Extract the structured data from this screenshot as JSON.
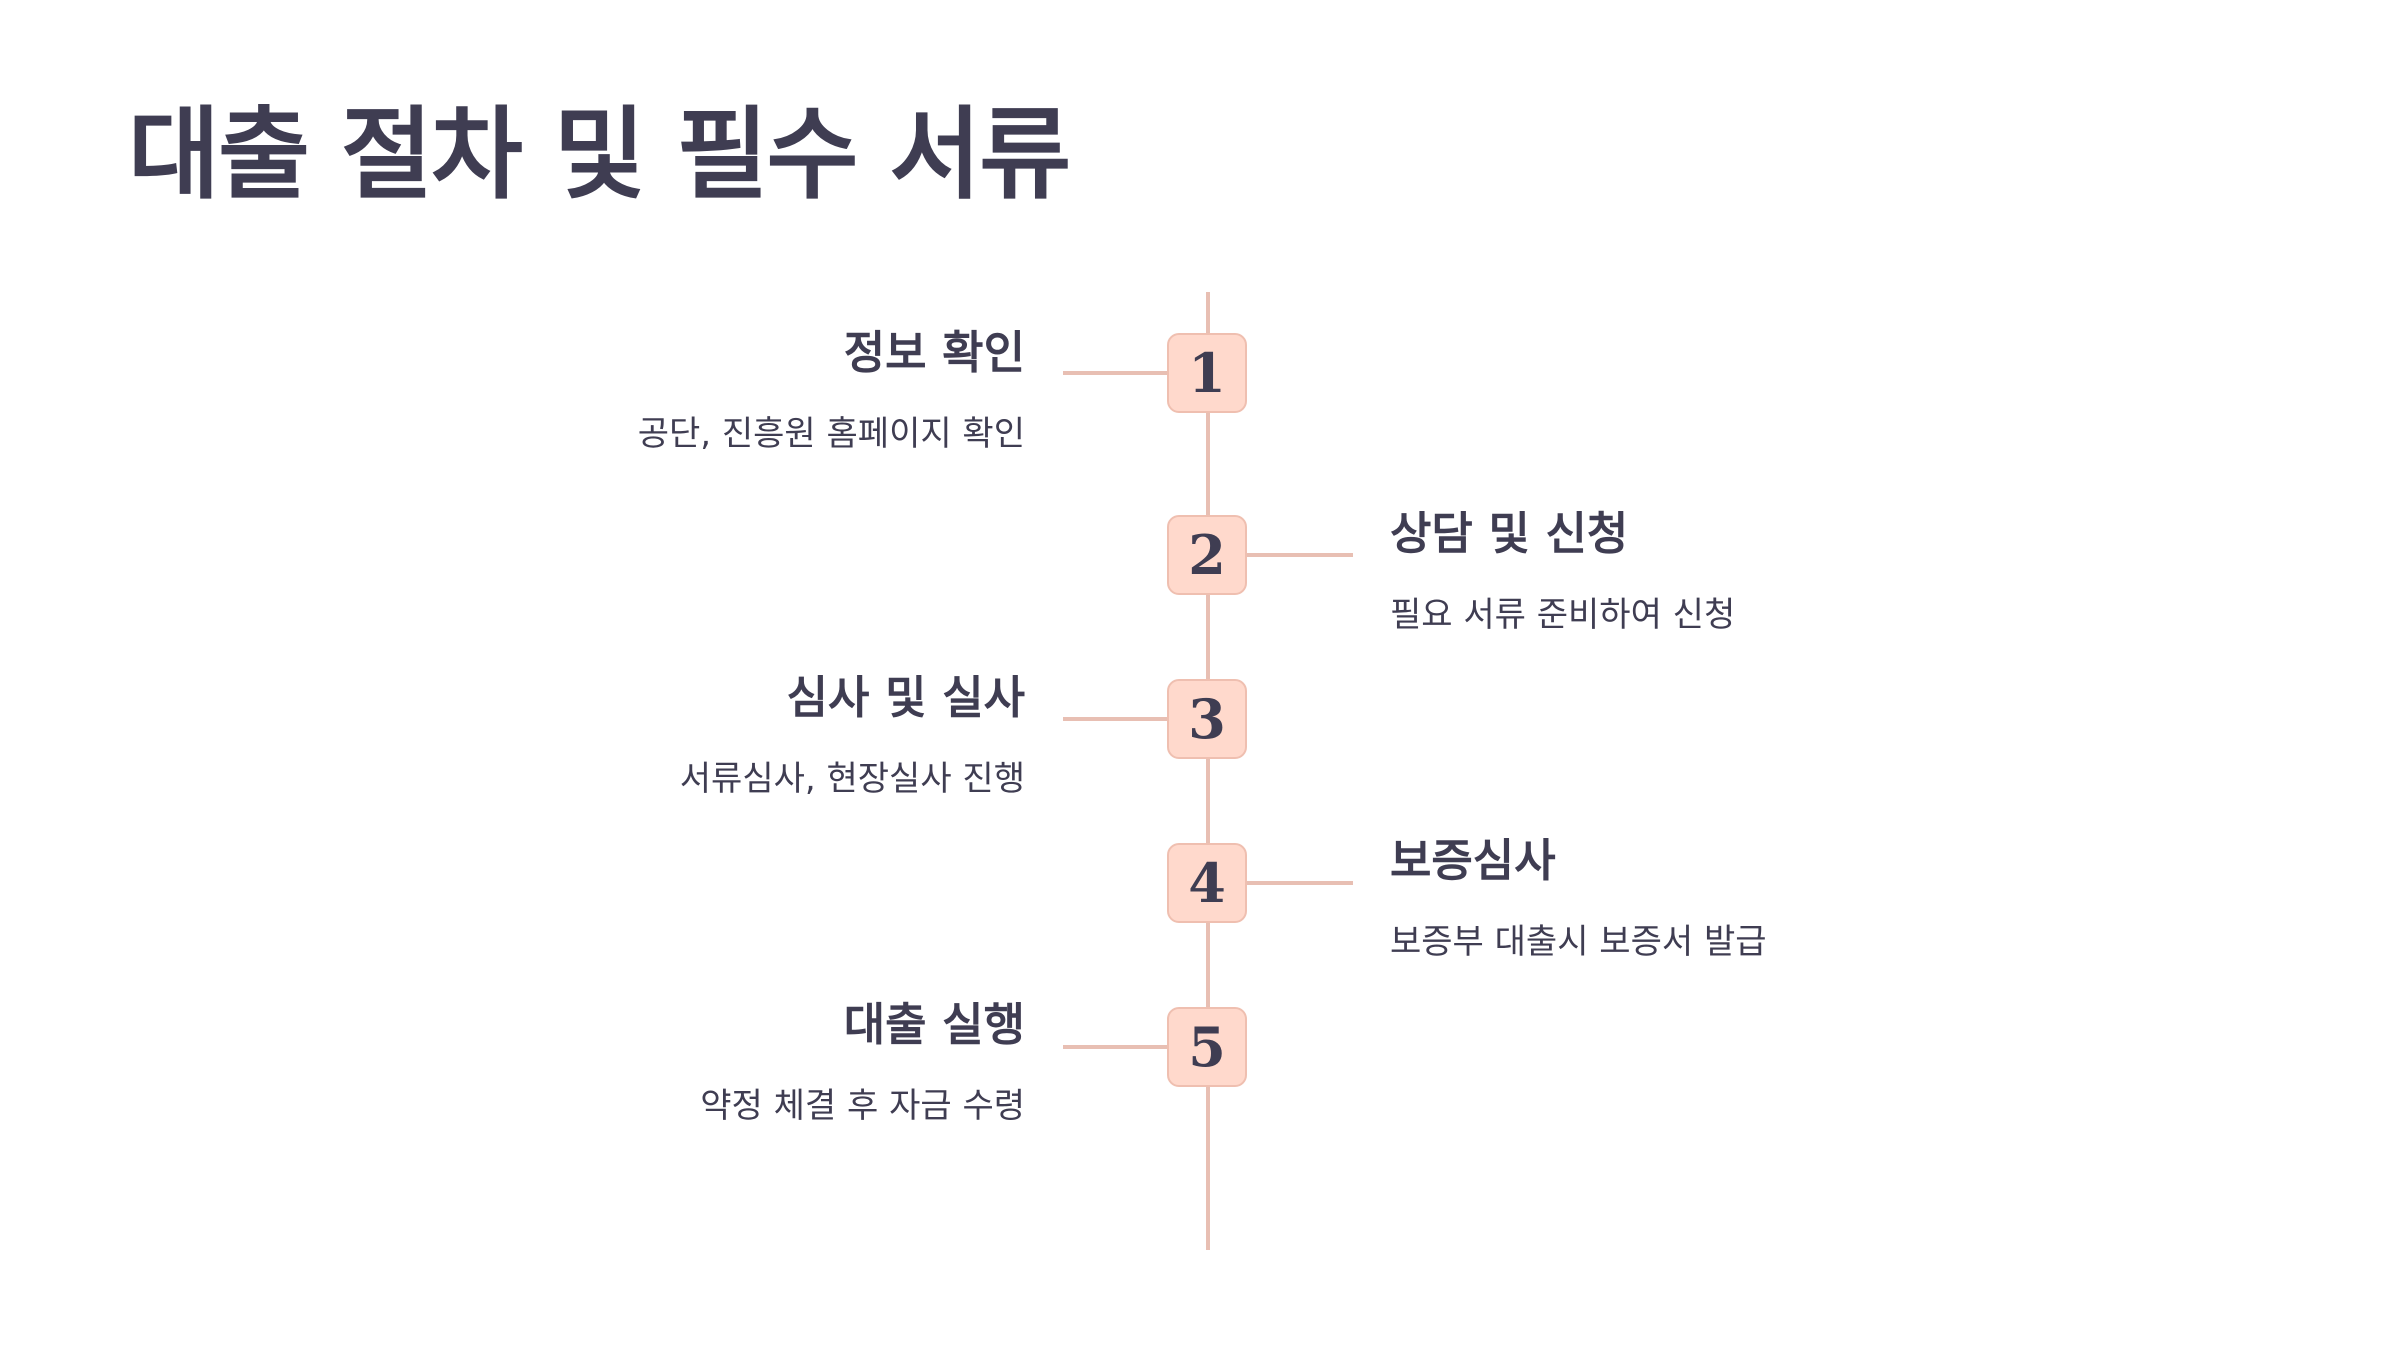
{
  "title": "대출 절차 및 필수 서류",
  "steps": [
    {
      "number": "1",
      "title": "정보 확인",
      "description": "공단, 진흥원 홈페이지 확인"
    },
    {
      "number": "2",
      "title": "상담 및 신청",
      "description": "필요 서류 준비하여 신청"
    },
    {
      "number": "3",
      "title": "심사 및 실사",
      "description": "서류심사, 현장실사 진행"
    },
    {
      "number": "4",
      "title": "보증심사",
      "description": "보증부 대출시 보증서 발급"
    },
    {
      "number": "5",
      "title": "대출 실행",
      "description": "약정 체결 후 자금 수령"
    }
  ],
  "colors": {
    "text": "#3f3d52",
    "marker_fill": "#ffd9cc",
    "line": "#e8bfb3"
  }
}
